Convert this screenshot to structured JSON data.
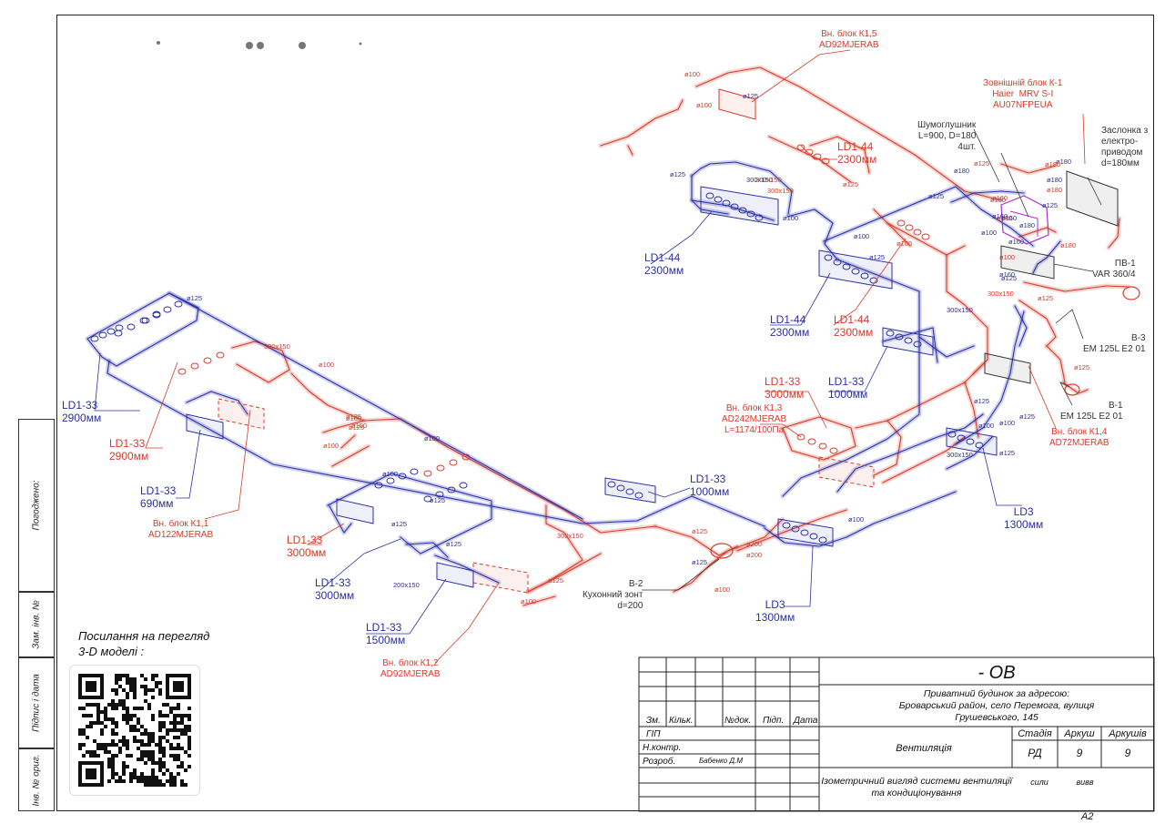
{
  "sheet_format": "A2",
  "side_stamp": {
    "agreed": "Погоджено:",
    "replace_inv": "Зам. інв. №",
    "sign_date": "Підпис і дата",
    "inv_orig": "Інв. № ориг."
  },
  "qr_note": "Посилання на перегляд\n3-D моделі :",
  "title_block": {
    "code": "- ОВ",
    "address": "Приватний будинок за адресою:\nБроварський район, село Перемога, вулиця\nГрушевського, 145",
    "headers": {
      "zm": "Зм.",
      "kilk": "Кільк.",
      "ndok": "№док.",
      "pidp": "Підп.",
      "data": "Дата"
    },
    "roles": {
      "gip": "ГІП",
      "nkontr": "Н.контр.",
      "rozrob": "Розроб."
    },
    "developer": "Бабенко Д.М",
    "section": "Вентиляція",
    "stadia_label": "Стадія",
    "arkush_label": "Аркуш",
    "arkushiv_label": "Аркушів",
    "stadia": "РД",
    "arkush": "9",
    "arkushiv": "9",
    "sheet_title": "Ізометричний вигляд системи вентиляції\nта кондиціонування",
    "sign1": "сили",
    "sign2": "вивв"
  },
  "colors": {
    "supply": "#2a2fa8",
    "exhaust": "#d83a2a",
    "magenta": "#b02ad0",
    "dim": "#333333"
  },
  "labels": {
    "k15": "Вн. блок К1,5\nAD92MJERAB",
    "ext_k1": "Зовнішній блок К-1\nHaier  MRV S-I\nAU07NFPEUA",
    "silencer": "Шумоглушник\nL=900, D=180\n4шт.",
    "damper": "Заслонка з\nелектро-\nприводом\nd=180мм",
    "pv1": "ПВ-1\nVAR 360/4",
    "v3": "В-3\nЕМ 125L E2 01",
    "v1": "В-1\nЕМ 125L E2 01",
    "k14": "Вн. блок К1,4\nAD72MJERAB",
    "ld3_right": "LD3\n1300мм",
    "ld3_bottom": "LD3\n1300мм",
    "v2": "В-2\nКухонний зонт\nd=200",
    "k12": "Вн. блок К1,2\nAD92MJERAB",
    "k11": "Вн. блок К1,1\nAD122MJERAB",
    "k13": "Вн. блок К1,3\nAD242MJERAB\nL=1174/100Па",
    "ld144_a": "LD1-44\n2300мм",
    "ld144_a_red": "LD1-44\n2300мм",
    "ld144_b": "LD1-44\n2300мм",
    "ld144_b_red": "LD1-44\n2300мм",
    "ld133_c": "LD1-33\n1000мм",
    "ld133_c_red": "LD1-33\n3000мм",
    "ld133_mid": "LD1-33\n1000мм",
    "ld133_left_blue": "LD1-33\n2900мм",
    "ld133_left_red": "LD1-33\n2900мм",
    "ld133_690": "LD1-33\n690мм",
    "ld133_3000_red": "LD1-33\n3000мм",
    "ld133_3000_blue": "LD1-33\n3000мм",
    "ld133_1500": "LD1-33\n1500мм"
  },
  "dim_labels": [
    {
      "t": "ø100",
      "c": "exhaust"
    },
    {
      "t": "ø100",
      "c": "exhaust"
    },
    {
      "t": "ø125",
      "c": "supply"
    },
    {
      "t": "300x150",
      "c": "supply"
    },
    {
      "t": "ø100",
      "c": "supply"
    },
    {
      "t": "ø125",
      "c": "supply"
    },
    {
      "t": "300x150",
      "c": "exhaust"
    },
    {
      "t": "ø125",
      "c": "exhaust"
    },
    {
      "t": "ø180",
      "c": "supply"
    },
    {
      "t": "ø125",
      "c": "supply"
    },
    {
      "t": "ø160",
      "c": "exhaust"
    },
    {
      "t": "ø180",
      "c": "exhaust"
    },
    {
      "t": "ø125",
      "c": "exhaust"
    },
    {
      "t": "ø180",
      "c": "supply"
    },
    {
      "t": "ø180",
      "c": "exhaust"
    },
    {
      "t": "ø180",
      "c": "supply"
    },
    {
      "t": "ø180",
      "c": "exhaust"
    },
    {
      "t": "ø180",
      "c": "supply"
    },
    {
      "t": "ø100",
      "c": "supply"
    },
    {
      "t": "ø125",
      "c": "supply"
    },
    {
      "t": "ø180",
      "c": "exhaust"
    },
    {
      "t": "300x150",
      "c": "exhaust"
    },
    {
      "t": "300x150",
      "c": "supply"
    },
    {
      "t": "ø125",
      "c": "exhaust"
    },
    {
      "t": "ø125",
      "c": "supply"
    },
    {
      "t": "ø125",
      "c": "exhaust"
    },
    {
      "t": "ø100",
      "c": "supply"
    },
    {
      "t": "ø125",
      "c": "supply"
    },
    {
      "t": "ø100",
      "c": "exhaust"
    },
    {
      "t": "ø160",
      "c": "supply"
    },
    {
      "t": "ø160",
      "c": "supply"
    },
    {
      "t": "ø100",
      "c": "exhaust"
    },
    {
      "t": "ø160",
      "c": "exhaust"
    },
    {
      "t": "ø160",
      "c": "supply"
    },
    {
      "t": "ø160",
      "c": "supply"
    },
    {
      "t": "ø100",
      "c": "supply"
    },
    {
      "t": "ø125",
      "c": "supply"
    },
    {
      "t": "ø100",
      "c": "supply"
    },
    {
      "t": "ø125",
      "c": "supply"
    },
    {
      "t": "300x150",
      "c": "supply"
    },
    {
      "t": "ø125",
      "c": "supply"
    },
    {
      "t": "300x150",
      "c": "exhaust"
    },
    {
      "t": "300x150",
      "c": "exhaust"
    },
    {
      "t": "ø100",
      "c": "exhaust"
    },
    {
      "t": "ø125",
      "c": "exhaust"
    },
    {
      "t": "ø100",
      "c": "exhaust"
    },
    {
      "t": "ø100",
      "c": "supply"
    },
    {
      "t": "ø100",
      "c": "supply"
    },
    {
      "t": "ø125",
      "c": "supply"
    },
    {
      "t": "ø125",
      "c": "supply"
    },
    {
      "t": "ø125",
      "c": "supply"
    },
    {
      "t": "ø125",
      "c": "supply"
    },
    {
      "t": "200x150",
      "c": "supply"
    },
    {
      "t": "300x150",
      "c": "exhaust"
    },
    {
      "t": "ø100",
      "c": "exhaust"
    },
    {
      "t": "ø100",
      "c": "exhaust"
    },
    {
      "t": "ø100",
      "c": "exhaust"
    },
    {
      "t": "ø125",
      "c": "exhaust"
    },
    {
      "t": "ø125",
      "c": "exhaust"
    },
    {
      "t": "ø200",
      "c": "exhaust"
    },
    {
      "t": "ø200",
      "c": "exhaust"
    },
    {
      "t": "ø100",
      "c": "exhaust"
    },
    {
      "t": "ø125",
      "c": "supply"
    },
    {
      "t": "ø100",
      "c": "supply"
    },
    {
      "t": "ø125",
      "c": "exhaust"
    }
  ]
}
